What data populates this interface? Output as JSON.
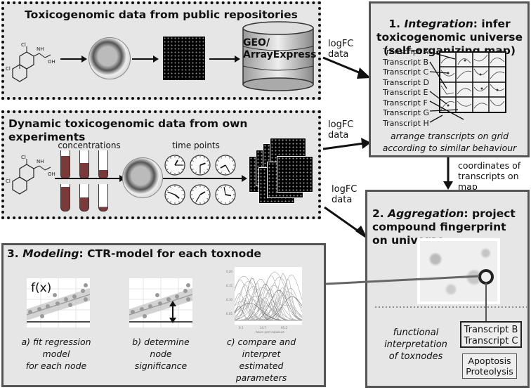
{
  "panel_public": {
    "title": "Toxicogenomic data from public repositories",
    "db_label": "GEO/\nArrayExpress"
  },
  "panel_dynamic": {
    "title": "Dynamic toxicogenomic data from own experiments",
    "concentrations_label": "concentrations",
    "timepoints_label": "time points"
  },
  "flow_labels": {
    "logfc_1": "logFC\ndata",
    "logfc_2": "logFC\ndata",
    "logfc_3": "logFC\ndata",
    "coordinates": "coordinates of\ntranscripts on map"
  },
  "panel_integration": {
    "title_num": "1.",
    "title_em": "Integration",
    "title_rest": ": infer\ntoxicogenomic universe\n(self-organizing map)",
    "transcripts": [
      "Transcript A",
      "Transcript B",
      "Transcript C",
      "Transcript D",
      "Transcript E",
      "Transcript F",
      "Transcript G",
      "Transcript H"
    ],
    "caption": "arrange transcripts on grid\naccording to similar behaviour"
  },
  "panel_aggregation": {
    "title_num": "2.",
    "title_em": "Aggregation",
    "title_rest": ": project\ncompound fingerprint\non universe",
    "functional_text": "functional\ninterpretation\nof toxnodes",
    "transcripts_box": "Transcript B\nTranscript C",
    "terms_box": "Apoptosis\nProteolysis"
  },
  "panel_modeling": {
    "title_num": "3.",
    "title_em": "Modeling",
    "title_rest": ": CTR-model for each toxnode",
    "fx_label": "f(x)",
    "caption_a": "a) fit regression\nmodel\nfor each node",
    "caption_b": "b) determine\nnode\nsignificance",
    "caption_c": "c) compare and\ninterpret\nestimated\nparameters"
  },
  "colors": {
    "panel_bg": "#e6e6e6",
    "border_dark": "#111111",
    "border_gray": "#555555",
    "dot_gray": "#909090"
  },
  "icons": [
    "chemical-structure-icon",
    "zebrafish-embryo-icon",
    "microarray-icon",
    "database-icon",
    "test-tube-icon",
    "clock-icon",
    "microarray-stack-icon"
  ]
}
